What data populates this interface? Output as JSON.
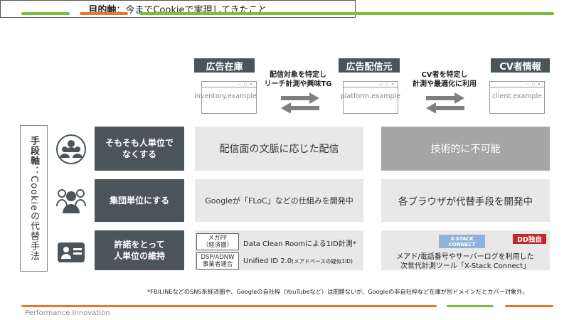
{
  "colors": {
    "green": "#7dbe3c",
    "orange": "#e8772e",
    "dark": "#4a5459",
    "cell": "#e8e8e8",
    "cell_dark": "#a6a6a6",
    "badge": "#c0282c"
  },
  "objective": {
    "label": "目的軸",
    "sep": "：",
    "text": "今までCookieで実現してきたこと"
  },
  "columns": [
    {
      "title": "広告在庫",
      "domain": "inventory.example"
    },
    {
      "title": "広告配信元",
      "domain": "platform.example"
    },
    {
      "title": "CV者情報",
      "domain": "client.example"
    }
  ],
  "flows": [
    {
      "line1": "配信対象を特定し",
      "line2": "リーチ計測や興味TG"
    },
    {
      "line1": "CV者を特定し",
      "line2": "計測や最適化に利用"
    }
  ],
  "side": {
    "label": "手段軸",
    "sep": "：",
    "text": "Cookieの代替手法"
  },
  "icons": [
    "people-group-icon",
    "people-cluster-icon",
    "id-card-icon"
  ],
  "rows": [
    {
      "label_line1": "そもそも人単位で",
      "label_line2": "なくする",
      "left": "配信面の文脈に応じた配信",
      "right": "技術的に不可能"
    },
    {
      "label_line1": "集団単位にする",
      "label_line2": "",
      "left": "Googleが「FLoC」などの仕組みを開発中",
      "right": "各ブラウザが代替手段を開発中"
    },
    {
      "label_line1": "許諾をとって",
      "label_line2": "人単位の維持"
    }
  ],
  "consent": {
    "items": [
      {
        "tag_line1": "メガPF",
        "tag_line2": "（経済圏）",
        "text": "Data Clean Roomによる1ID計測*",
        "small": ""
      },
      {
        "tag_line1": "DSP/ADNW",
        "tag_line2": "事業者連合",
        "text": "Unified ID 2.0",
        "small": "(メアドベースの疑似1ID)"
      }
    ],
    "logo_line1": "X-STACK",
    "logo_line2": "CONNECT",
    "badge": "DD独自",
    "desc_line1": "メアド/電話番号やサーバーログを利用した",
    "desc_line2": "次世代計測ツール「X-Stack Connect」"
  },
  "footnote": "*FB/LINEなどのSNS系経済圏や、Googleの自社枠（YouTubeなど）は問題ないが、Googleの非自社枠など在庫が別ドメインだとカバー対象外。",
  "footer": "Performance Innovation"
}
